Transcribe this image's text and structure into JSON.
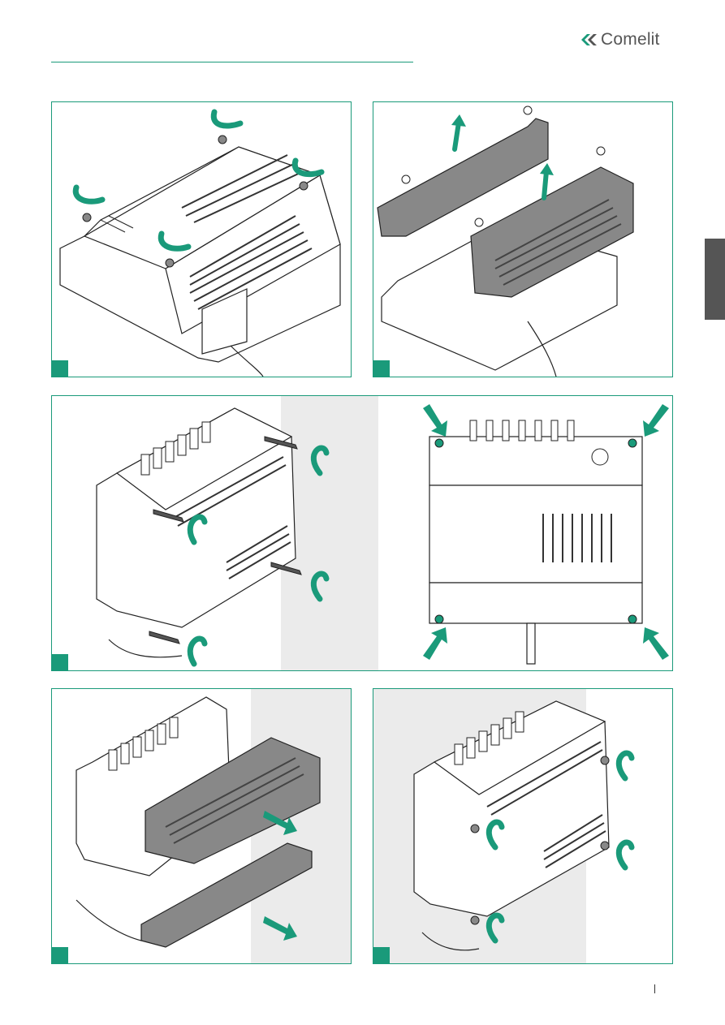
{
  "header": {
    "brand": "Comelit",
    "accent_color": "#1a9a7a",
    "logo_icon": "comelit-logo-icon"
  },
  "panels": [
    {
      "id": "step-1",
      "description_icon": "unscrew-cover-icon"
    },
    {
      "id": "step-2",
      "description_icon": "remove-cover-icon"
    },
    {
      "id": "step-3",
      "description_icon": "wall-mount-screws-icon"
    },
    {
      "id": "step-4",
      "description_icon": "mounting-holes-front-icon"
    },
    {
      "id": "step-5",
      "description_icon": "refit-cover-icon"
    },
    {
      "id": "step-6",
      "description_icon": "screw-cover-icon"
    }
  ],
  "side_tab_color": "#555555"
}
